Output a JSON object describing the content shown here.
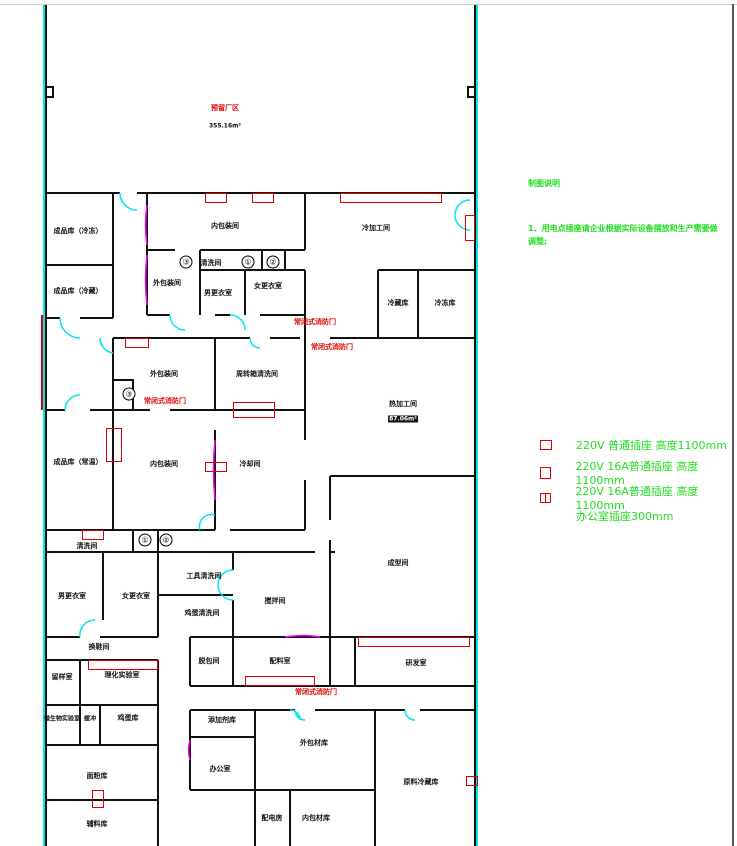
{
  "notes": {
    "title": "制图说明",
    "item1": "1、用电点插座请企业根据实际设备摆放和生产需要做调整;"
  },
  "legend": [
    {
      "text": "220V  普通插座  高度1100mm",
      "icon": "socket-icon"
    },
    {
      "text": "220V  16A普通插座  高度1100mm",
      "icon": "socket-16a-icon"
    },
    {
      "text": "220V  16A普通插座  高度1100mm",
      "icon": "double-socket-icon"
    },
    {
      "text": "办公室插座300mm"
    }
  ],
  "colors": {
    "wall": "#111111",
    "window": "#00e5ee",
    "socket": "#e00000",
    "notes": "#22dd22",
    "curtain": "#ff00ff"
  },
  "rooms": {
    "reserved": "预留厂区",
    "reserved_area": "355.16m²",
    "fg_frozen": "成品库（冷冻）",
    "fg_chilled": "成品库（冷藏）",
    "inner_pack_1": "内包装间",
    "outer_pack_1": "外包装间",
    "wash_1": "清洗间",
    "men_locker_1": "男更衣室",
    "women_locker_1": "女更衣室",
    "cold_process": "冷加工间",
    "cold_store": "冷藏库",
    "freezer": "冷冻库",
    "outer_pack_2": "外包装间",
    "crate_wash": "周转箱清洗间",
    "hot_process": "热加工间",
    "hot_process_area": "87.06m²",
    "fg_ambient": "成品库（常温）",
    "inner_pack_2": "内包装间",
    "cooling": "冷却间",
    "wash_2": "清洗间",
    "men_locker_2": "男更衣室",
    "women_locker_2": "女更衣室",
    "tool_wash": "工具清洗间",
    "egg_wash": "鸡蛋清洗间",
    "mixing": "搅拌间",
    "forming": "成型间",
    "shoe_change": "换鞋间",
    "unpack": "脱包间",
    "batching": "配料室",
    "rnd": "研发室",
    "sample": "留样室",
    "chem_lab": "理化实验室",
    "micro_lab": "微生物实验室",
    "buffer": "缓冲",
    "egg_store": "鸡蛋库",
    "flour_store": "面粉库",
    "aux_store": "辅料库",
    "additive_store": "添加剂库",
    "office": "办公室",
    "outer_material": "外包材库",
    "raw_cold": "原料冷藏库",
    "power_room": "配电房",
    "inner_material": "内包材库"
  },
  "doors": {
    "fire_door": "常闭式消防门"
  },
  "markers": {
    "one": "①",
    "two": "②",
    "three": "③"
  }
}
